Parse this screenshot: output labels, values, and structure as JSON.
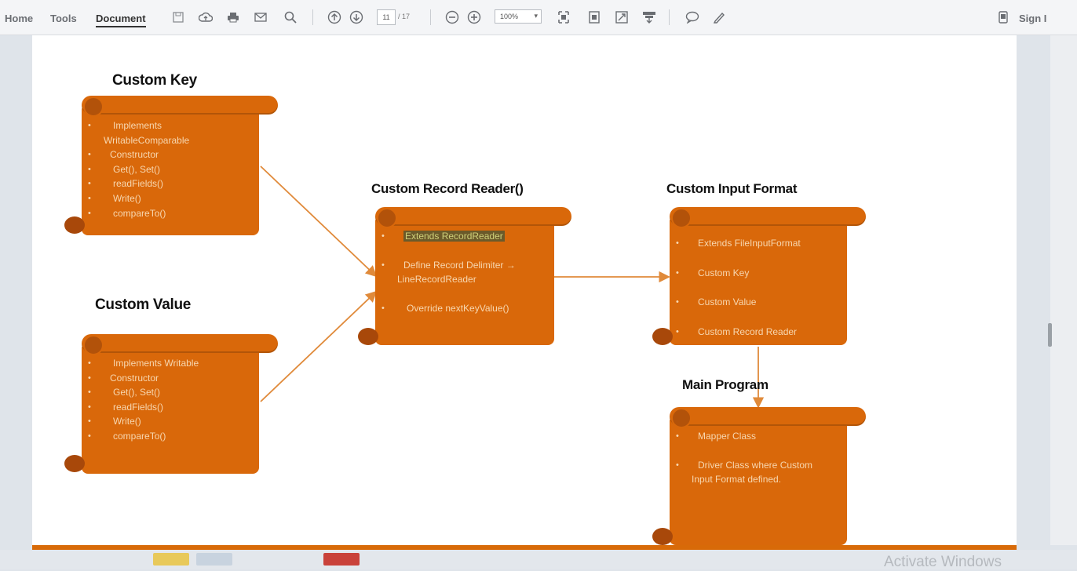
{
  "toolbar": {
    "menus": [
      "Home",
      "Tools",
      "Document"
    ],
    "active_menu": "Document",
    "page_current": "11",
    "page_total": "/ 17",
    "zoom": "100%",
    "sign_label": "Sign I"
  },
  "diagram": {
    "custom_key": {
      "title": "Custom Key",
      "items": [
        "Implements",
        "WritableComparable",
        "Constructor",
        "Get(), Set()",
        "readFields()",
        "Write()",
        "compareTo()"
      ]
    },
    "custom_value": {
      "title": "Custom Value",
      "items": [
        "Implements Writable",
        "Constructor",
        "Get(), Set()",
        "readFields()",
        "Write()",
        "compareTo()"
      ]
    },
    "record_reader": {
      "title": "Custom Record Reader()",
      "items": [
        "Extends RecordReader",
        "Define Record Delimiter →",
        "LineRecordReader",
        "Override nextKeyValue()"
      ]
    },
    "input_format": {
      "title": "Custom Input Format",
      "items": [
        "Extends FileInputFormat",
        "Custom Key",
        "Custom Value",
        "Custom Record Reader"
      ]
    },
    "main_program": {
      "title": "Main Program",
      "items": [
        "Mapper Class",
        "Driver Class where Custom",
        "Input Format defined."
      ]
    }
  },
  "watermark": "Activate Windows",
  "colors": {
    "scroll_fill": "#d9680a",
    "scroll_text": "#f7d7b0",
    "arrow": "#e08a3a"
  }
}
